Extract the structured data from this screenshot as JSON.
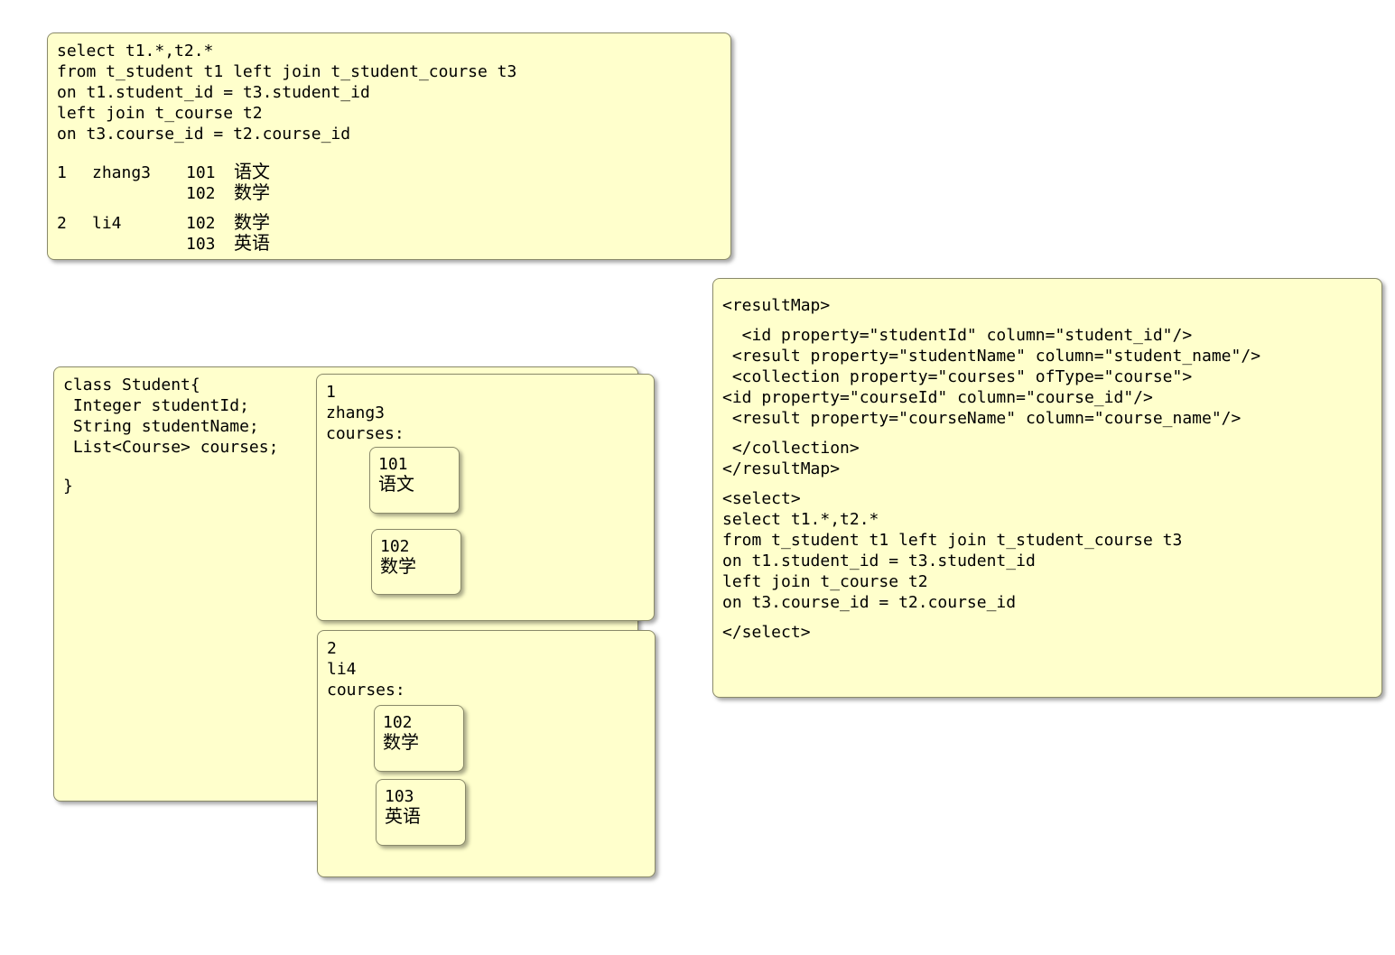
{
  "sql_note": {
    "lines": [
      "select t1.*,t2.*",
      "from t_student t1 left join t_student_course t3",
      "on t1.student_id = t3.student_id",
      "left join t_course t2",
      "on t3.course_id = t2.course_id"
    ],
    "rows": [
      {
        "id": "1",
        "name": "zhang3",
        "c1_id": "101",
        "c1_name": "语文",
        "c2_id": "102",
        "c2_name": "数学"
      },
      {
        "id": "2",
        "name": "li4",
        "c1_id": "102",
        "c1_name": "数学",
        "c2_id": "103",
        "c2_name": "英语"
      }
    ]
  },
  "class_note": {
    "lines": [
      "class Student{",
      " Integer studentId;",
      " String studentName;",
      " List<Course> courses;",
      "}"
    ]
  },
  "objects": [
    {
      "id": "1",
      "name": "zhang3",
      "courses_label": "courses:",
      "courses": [
        {
          "id": "101",
          "name": "语文"
        },
        {
          "id": "102",
          "name": "数学"
        }
      ]
    },
    {
      "id": "2",
      "name": "li4",
      "courses_label": "courses:",
      "courses": [
        {
          "id": "102",
          "name": "数学"
        },
        {
          "id": "103",
          "name": "英语"
        }
      ]
    }
  ],
  "mapper_note": {
    "lines": [
      "<resultMap>",
      "  <id property=\"studentId\" column=\"student_id\"/>",
      " <result property=\"studentName\" column=\"student_name\"/>",
      " <collection property=\"courses\" ofType=\"course\">",
      "<id property=\"courseId\" column=\"course_id\"/>",
      " <result property=\"courseName\" column=\"course_name\"/>",
      " </collection>",
      "</resultMap>",
      "<select>",
      "select t1.*,t2.*",
      "from t_student t1 left join t_student_course t3",
      "on t1.student_id = t3.student_id",
      "left join t_course t2",
      "on t3.course_id = t2.course_id",
      "</select>"
    ]
  }
}
